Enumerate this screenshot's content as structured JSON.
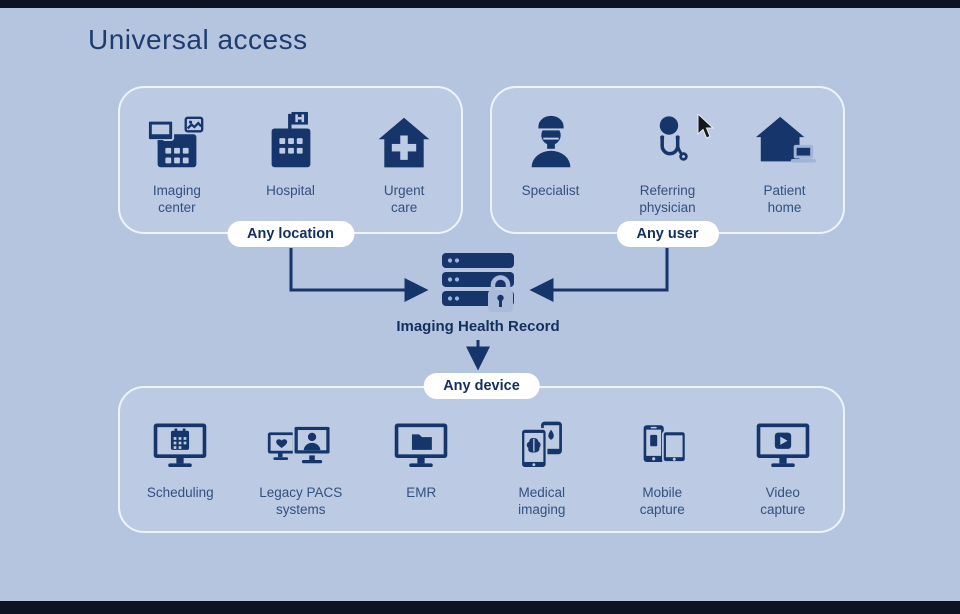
{
  "slide": {
    "title": "Universal access"
  },
  "location_group": {
    "badge": "Any location",
    "items": [
      {
        "label": "Imaging\ncenter"
      },
      {
        "label": "Hospital"
      },
      {
        "label": "Urgent\ncare"
      }
    ]
  },
  "user_group": {
    "badge": "Any user",
    "items": [
      {
        "label": "Specialist"
      },
      {
        "label": "Referring\nphysician"
      },
      {
        "label": "Patient\nhome"
      }
    ]
  },
  "hub": {
    "label": "Imaging Health Record"
  },
  "device_group": {
    "badge": "Any device",
    "items": [
      {
        "label": "Scheduling"
      },
      {
        "label": "Legacy PACS\nsystems"
      },
      {
        "label": "EMR"
      },
      {
        "label": "Medical\nimaging"
      },
      {
        "label": "Mobile\ncapture"
      },
      {
        "label": "Video\ncapture"
      }
    ]
  },
  "colors": {
    "background": "#b5c5e0",
    "navy": "#16356b",
    "badge_bg": "#ffffff",
    "badge_text": "#12305e"
  }
}
